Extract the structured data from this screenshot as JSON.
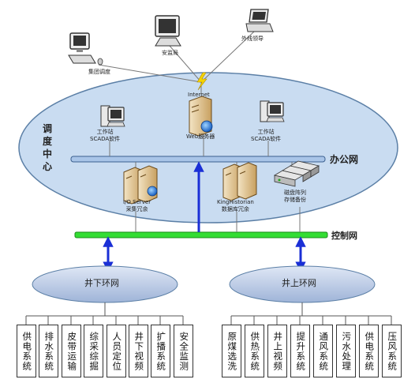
{
  "dispatch_center": {
    "label": "调度中心"
  },
  "office_network": {
    "label": "办公网"
  },
  "control_network": {
    "label": "控制网"
  },
  "internet": {
    "label": "Internet"
  },
  "external_nodes": {
    "group_dispatch": "集团调度",
    "safety_bureau": "安监局",
    "outside_leaders": "外线领导"
  },
  "center_nodes": {
    "workstation_left": {
      "line1": "工作站",
      "line2": "SCADA软件"
    },
    "web_server": "Web服务器",
    "workstation_right": {
      "line1": "工作站",
      "line2": "SCADA软件"
    },
    "io_server": {
      "line1": "I/O Server",
      "line2": "采集冗余"
    },
    "historian": {
      "line1": "KingHistorian",
      "line2": "数据库冗余"
    },
    "disk_array": {
      "line1": "磁盘阵列",
      "line2": "存储备份"
    }
  },
  "rings": {
    "underground": {
      "label": "井下环网",
      "systems": [
        "供电系统",
        "排水系统",
        "皮带运输",
        "综采综掘",
        "人员定位",
        "井下视频",
        "扩播系统",
        "安全监测"
      ]
    },
    "surface": {
      "label": "井上环网",
      "systems": [
        "原煤选洗",
        "供热系统",
        "井上视频",
        "提升系统",
        "通风系统",
        "污水处理",
        "供电系统",
        "压风系统"
      ]
    }
  },
  "colors": {
    "ellipse_fill": "#c9dcf1",
    "ellipse_stroke": "#5b7fa6",
    "office_bus": "#a9c5e8",
    "control_bus": "#33dd33",
    "arrow": "#1a2fd6",
    "link": "#777777"
  }
}
